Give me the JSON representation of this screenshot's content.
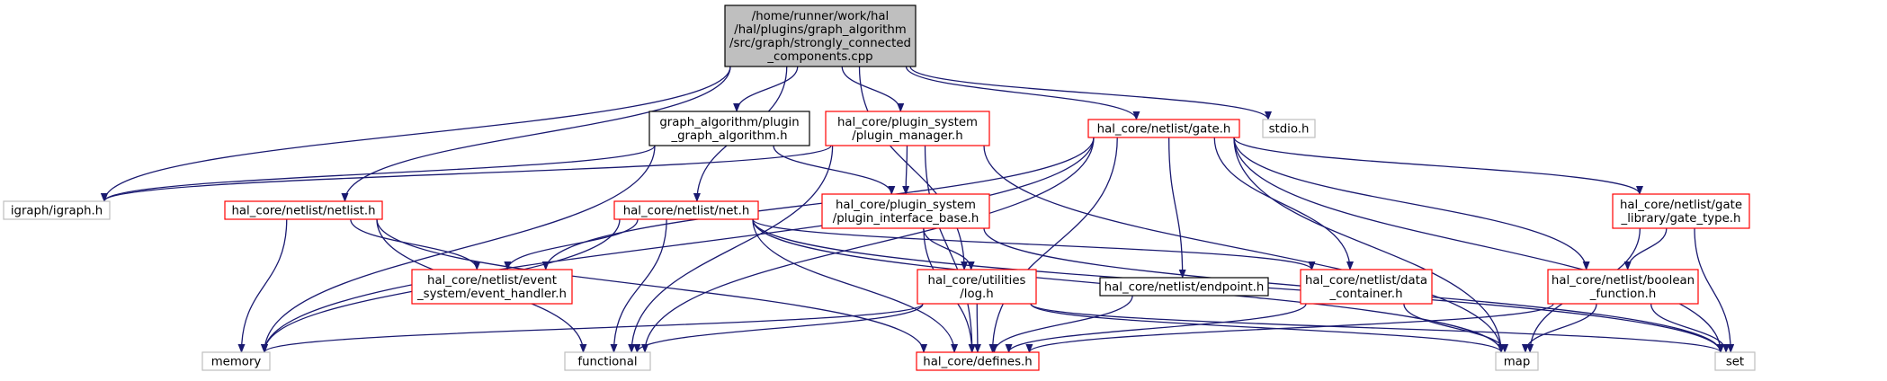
{
  "colors": {
    "edge": "#191970",
    "normal_border": "#ff0000",
    "external_border": "#bfbfbf",
    "root_fill": "#bfbfbf",
    "root_border": "#000000",
    "plain_border": "#000000"
  },
  "nodes": {
    "root": {
      "lines": [
        "/home/runner/work/hal",
        "/hal/plugins/graph_algorithm",
        "/src/graph/strongly_connected",
        "_components.cpp"
      ],
      "kind": "root"
    },
    "plugin_graph_algorithm": {
      "lines": [
        "graph_algorithm/plugin",
        "_graph_algorithm.h"
      ],
      "kind": "plain"
    },
    "plugin_manager": {
      "lines": [
        "hal_core/plugin_system",
        "/plugin_manager.h"
      ],
      "kind": "normal"
    },
    "gate": {
      "lines": [
        "hal_core/netlist/gate.h"
      ],
      "kind": "normal"
    },
    "stdio": {
      "lines": [
        "stdio.h"
      ],
      "kind": "external"
    },
    "igraph": {
      "lines": [
        "igraph/igraph.h"
      ],
      "kind": "external"
    },
    "netlist": {
      "lines": [
        "hal_core/netlist/netlist.h"
      ],
      "kind": "normal"
    },
    "net": {
      "lines": [
        "hal_core/netlist/net.h"
      ],
      "kind": "normal"
    },
    "plugin_interface_base": {
      "lines": [
        "hal_core/plugin_system",
        "/plugin_interface_base.h"
      ],
      "kind": "normal"
    },
    "gate_type": {
      "lines": [
        "hal_core/netlist/gate",
        "_library/gate_type.h"
      ],
      "kind": "normal"
    },
    "event_handler": {
      "lines": [
        "hal_core/netlist/event",
        "_system/event_handler.h"
      ],
      "kind": "normal"
    },
    "log": {
      "lines": [
        "hal_core/utilities",
        "/log.h"
      ],
      "kind": "normal"
    },
    "endpoint": {
      "lines": [
        "hal_core/netlist/endpoint.h"
      ],
      "kind": "plain"
    },
    "data_container": {
      "lines": [
        "hal_core/netlist/data",
        "_container.h"
      ],
      "kind": "normal"
    },
    "boolean_function": {
      "lines": [
        "hal_core/netlist/boolean",
        "_function.h"
      ],
      "kind": "normal"
    },
    "memory": {
      "lines": [
        "memory"
      ],
      "kind": "external"
    },
    "functional": {
      "lines": [
        "functional"
      ],
      "kind": "external"
    },
    "defines": {
      "lines": [
        "hal_core/defines.h"
      ],
      "kind": "normal"
    },
    "map": {
      "lines": [
        "map"
      ],
      "kind": "external"
    },
    "set": {
      "lines": [
        "set"
      ],
      "kind": "external"
    }
  },
  "edges": [
    [
      "root",
      "plugin_graph_algorithm"
    ],
    [
      "root",
      "plugin_manager"
    ],
    [
      "root",
      "gate"
    ],
    [
      "root",
      "stdio"
    ],
    [
      "root",
      "igraph"
    ],
    [
      "root",
      "netlist"
    ],
    [
      "root",
      "net"
    ],
    [
      "root",
      "log"
    ],
    [
      "plugin_graph_algorithm",
      "igraph"
    ],
    [
      "plugin_graph_algorithm",
      "plugin_interface_base"
    ],
    [
      "plugin_graph_algorithm",
      "memory"
    ],
    [
      "plugin_manager",
      "plugin_interface_base"
    ],
    [
      "plugin_manager",
      "igraph"
    ],
    [
      "plugin_manager",
      "functional"
    ],
    [
      "plugin_manager",
      "defines"
    ],
    [
      "plugin_manager",
      "map"
    ],
    [
      "gate",
      "memory"
    ],
    [
      "gate",
      "event_handler"
    ],
    [
      "gate",
      "functional"
    ],
    [
      "gate",
      "defines"
    ],
    [
      "gate",
      "endpoint"
    ],
    [
      "gate",
      "data_container"
    ],
    [
      "gate",
      "boolean_function"
    ],
    [
      "gate",
      "gate_type"
    ],
    [
      "gate",
      "map"
    ],
    [
      "gate",
      "set"
    ],
    [
      "netlist",
      "event_handler"
    ],
    [
      "netlist",
      "memory"
    ],
    [
      "netlist",
      "functional"
    ],
    [
      "netlist",
      "defines"
    ],
    [
      "net",
      "event_handler"
    ],
    [
      "net",
      "memory"
    ],
    [
      "net",
      "functional"
    ],
    [
      "net",
      "defines"
    ],
    [
      "net",
      "data_container"
    ],
    [
      "net",
      "map"
    ],
    [
      "net",
      "set"
    ],
    [
      "plugin_interface_base",
      "log"
    ],
    [
      "plugin_interface_base",
      "defines"
    ],
    [
      "plugin_interface_base",
      "set"
    ],
    [
      "gate_type",
      "boolean_function"
    ],
    [
      "gate_type",
      "map"
    ],
    [
      "gate_type",
      "set"
    ],
    [
      "log",
      "memory"
    ],
    [
      "log",
      "functional"
    ],
    [
      "log",
      "defines"
    ],
    [
      "log",
      "map"
    ],
    [
      "log",
      "set"
    ],
    [
      "endpoint",
      "defines"
    ],
    [
      "data_container",
      "defines"
    ],
    [
      "data_container",
      "map"
    ],
    [
      "boolean_function",
      "defines"
    ],
    [
      "boolean_function",
      "map"
    ],
    [
      "boolean_function",
      "set"
    ]
  ]
}
